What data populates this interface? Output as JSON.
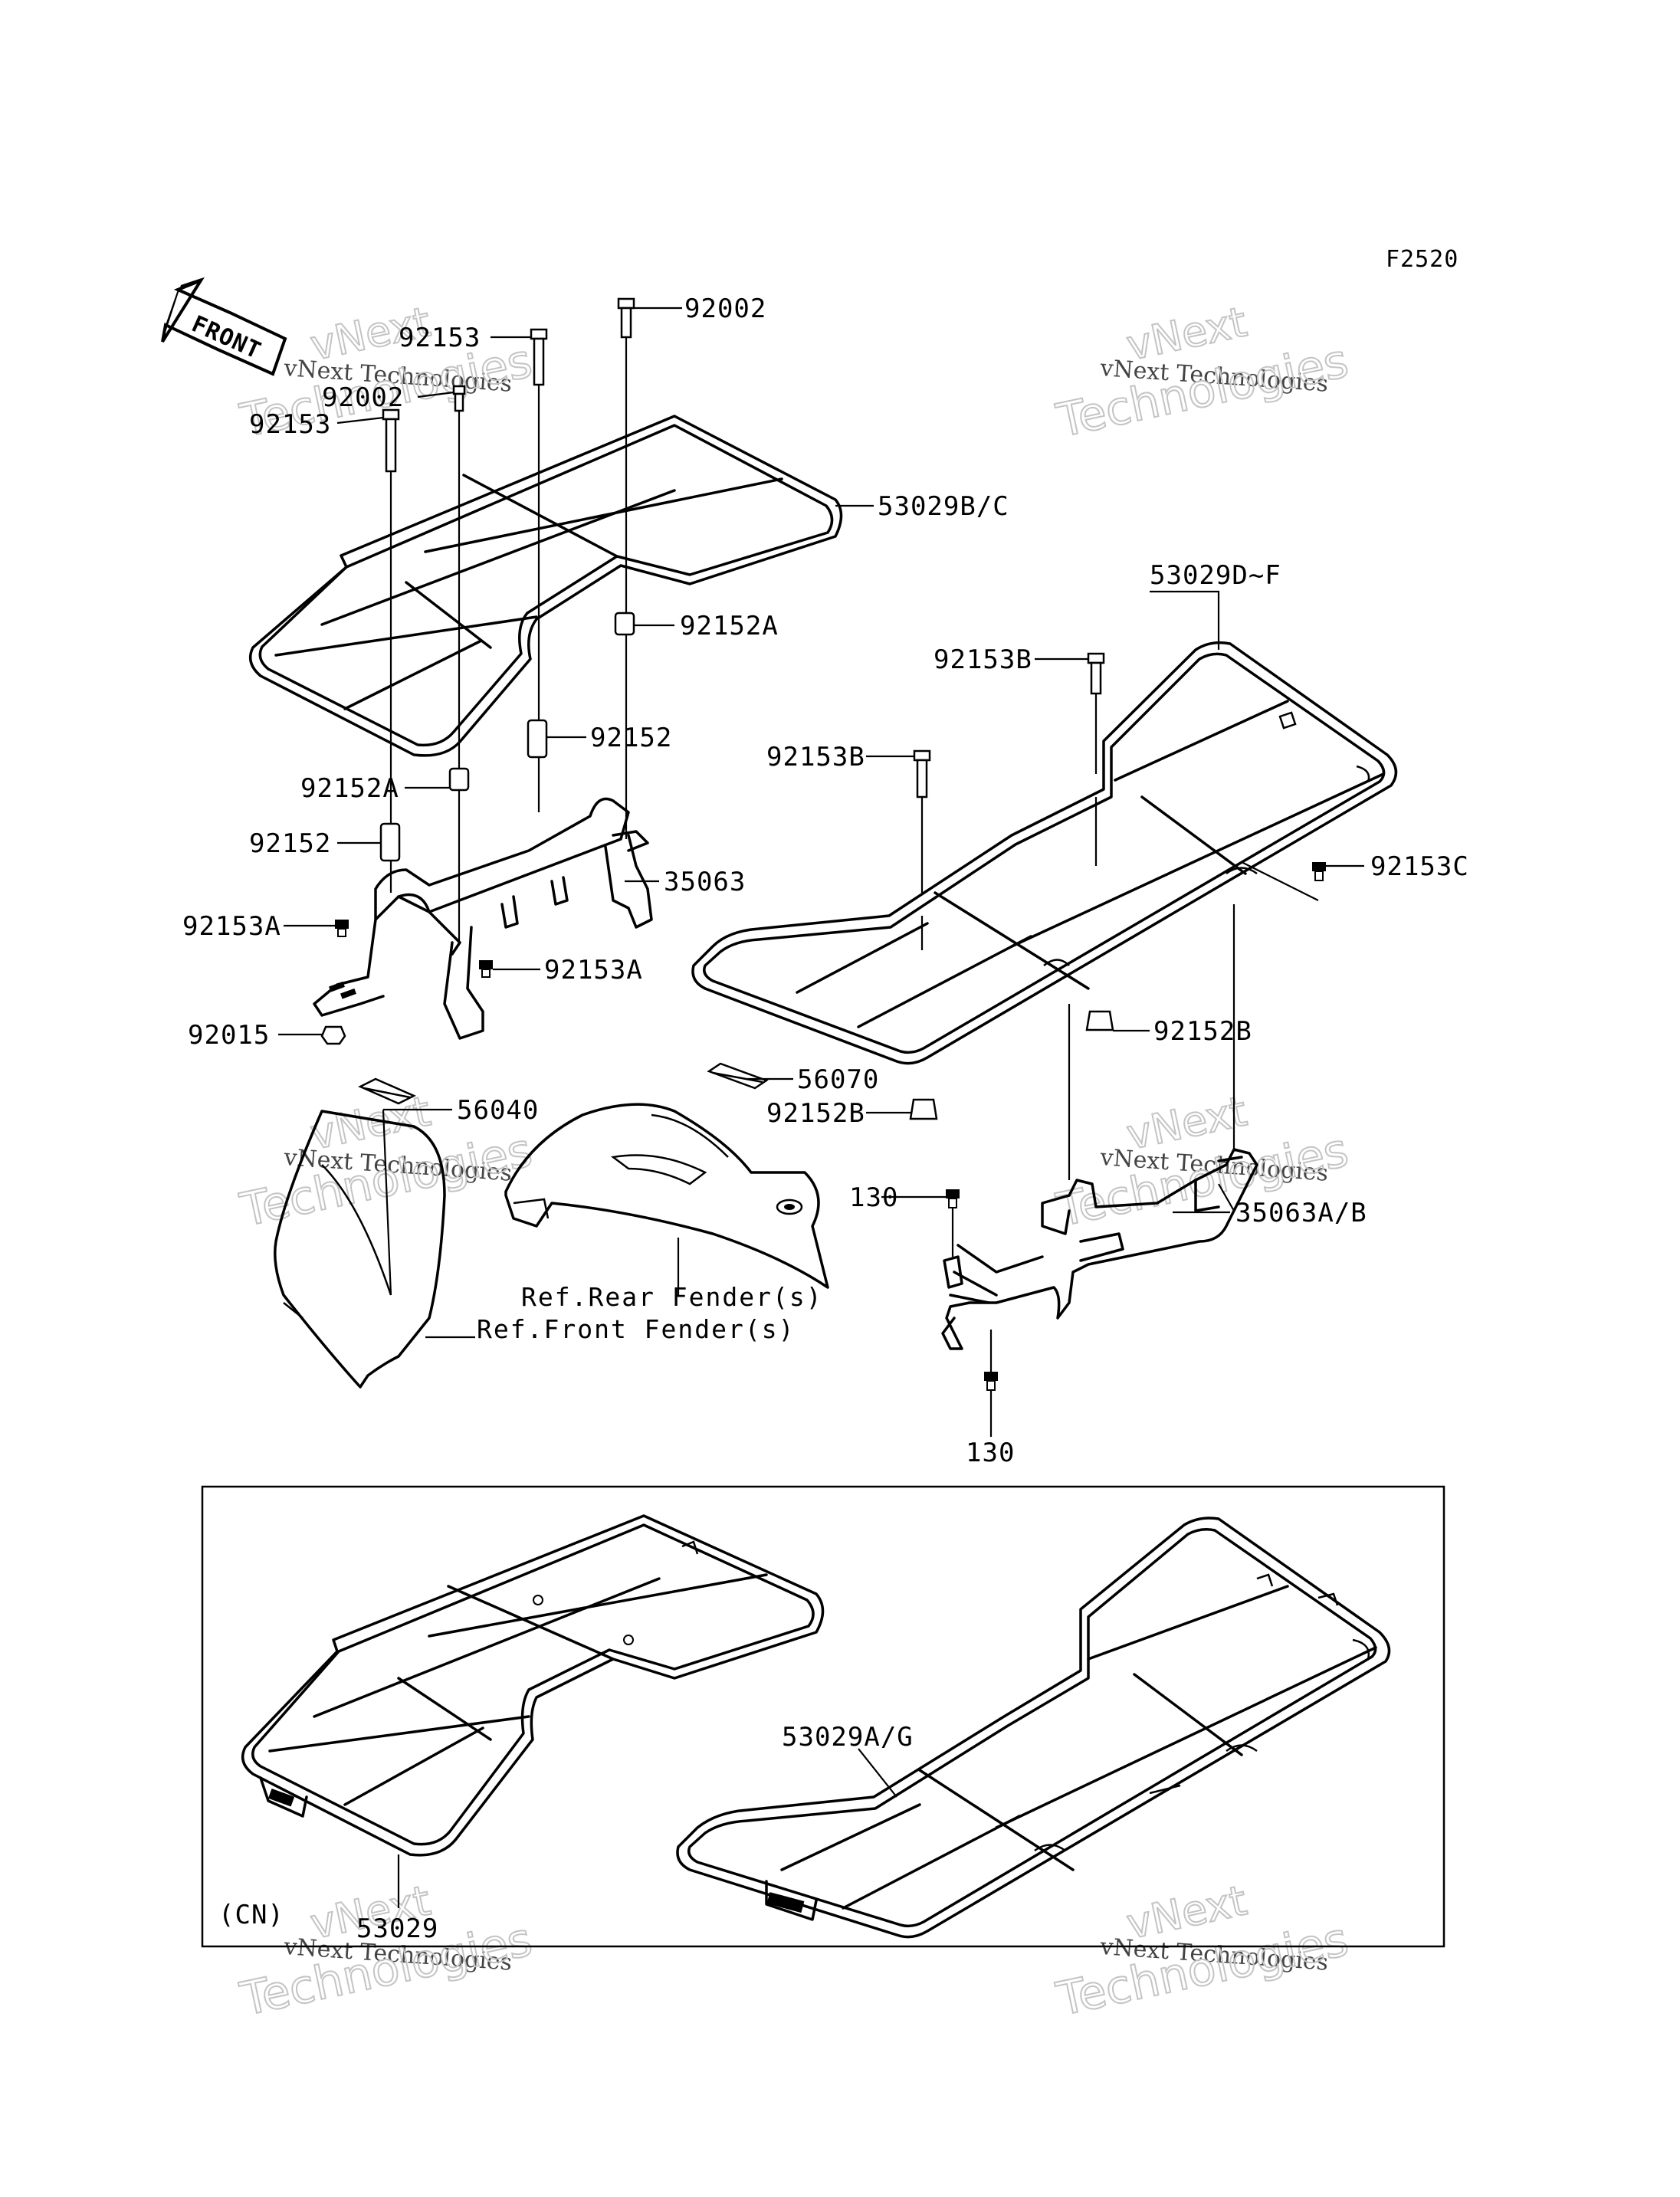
{
  "figure_code": "F2520",
  "front_arrow_label": "FRONT",
  "watermark": {
    "brand_top": "vNext",
    "company": "vNext Technologies",
    "brand_bottom": "Technologies"
  },
  "labels": {
    "p92002_top": "92002",
    "p92153_top": "92153",
    "p92002_left": "92002",
    "p92153_left": "92153",
    "p53029BC": "53029B/C",
    "p92152A_right": "92152A",
    "p92152_right": "92152",
    "p92152A_left": "92152A",
    "p92152_left": "92152",
    "p35063": "35063",
    "p92153A_left": "92153A",
    "p92153A_right": "92153A",
    "p92015": "92015",
    "p53029DF": "53029D~F",
    "p92153B_top": "92153B",
    "p92153B_mid": "92153B",
    "p92153C": "92153C",
    "p92152B_right": "92152B",
    "p92152B_left": "92152B",
    "p56040": "56040",
    "p56070": "56070",
    "p130_top": "130",
    "p130_bottom": "130",
    "p35063AB": "35063A/B",
    "ref_rear": "Ref.Rear Fender(s)",
    "ref_front": "Ref.Front Fender(s)",
    "cn_note": "(CN)",
    "p53029": "53029",
    "p53029AG": "53029A/G"
  }
}
